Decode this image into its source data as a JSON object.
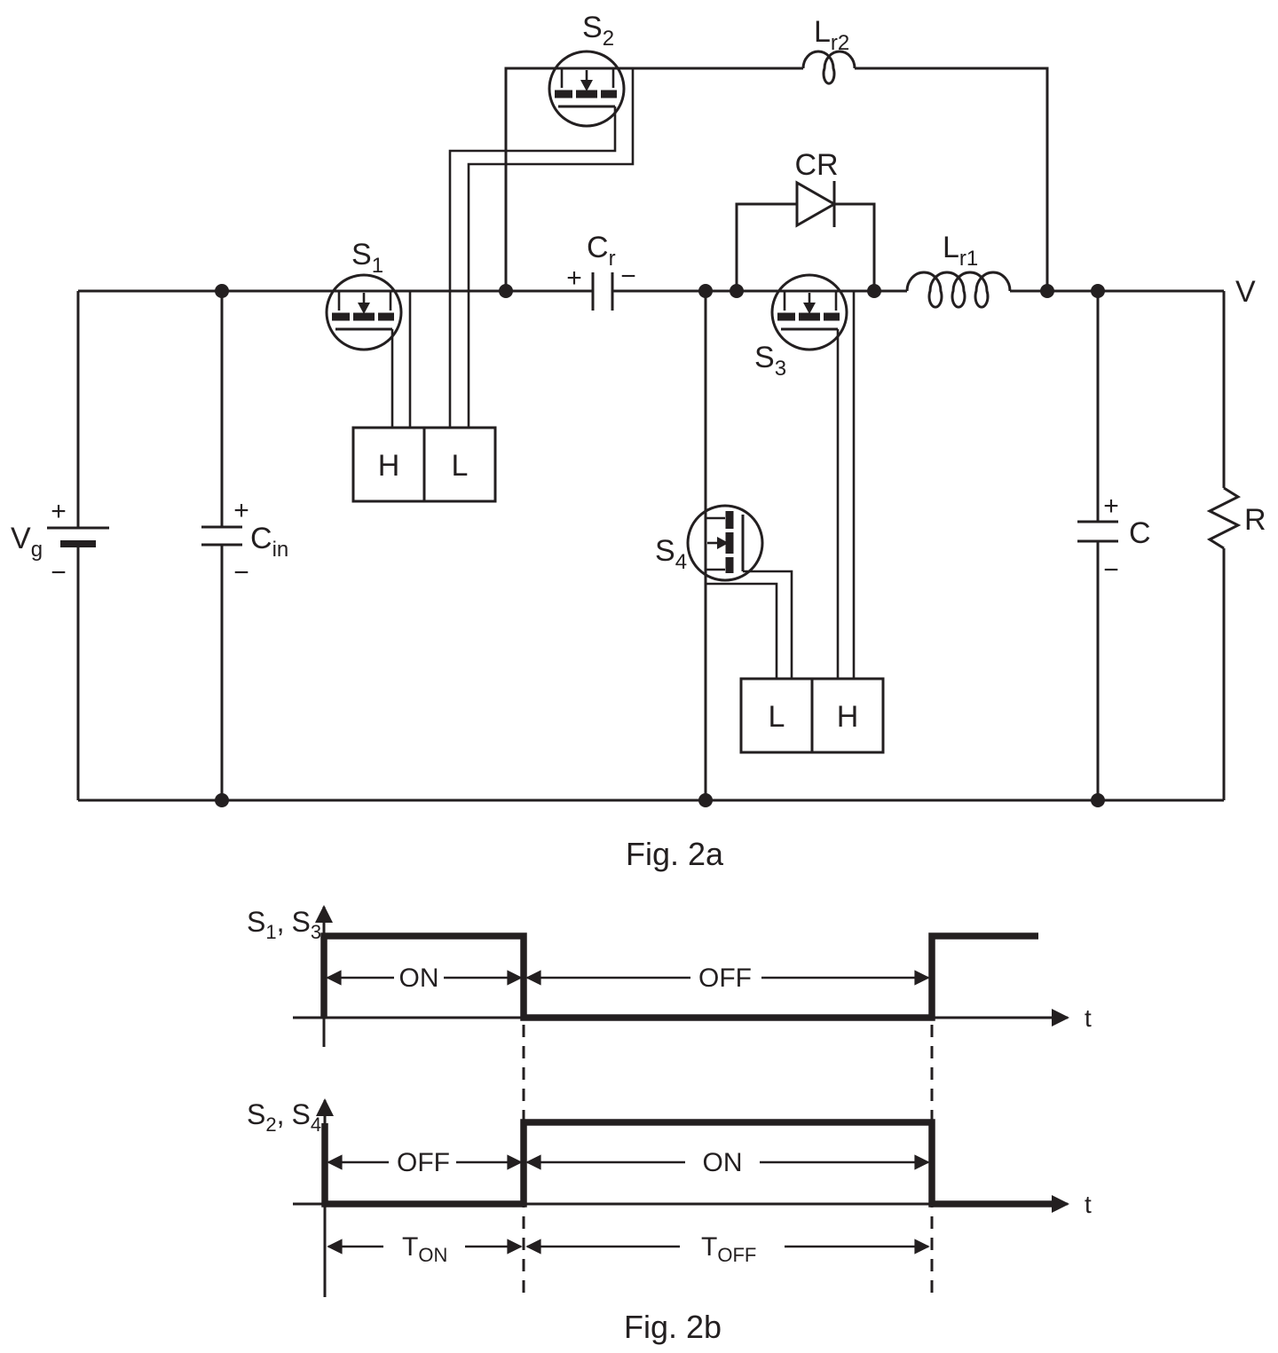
{
  "colors": {
    "ink": "#231f20",
    "background": "#ffffff"
  },
  "circuit": {
    "caption": "Fig. 2a",
    "source": {
      "name": "V",
      "sub": "g",
      "plus": "+",
      "minus": "−"
    },
    "input_cap": {
      "name": "C",
      "sub": "in",
      "plus": "+",
      "minus": "−"
    },
    "s1": {
      "name": "S",
      "sub": "1"
    },
    "s2": {
      "name": "S",
      "sub": "2"
    },
    "s3": {
      "name": "S",
      "sub": "3"
    },
    "s4": {
      "name": "S",
      "sub": "4"
    },
    "resonant_cap": {
      "name": "C",
      "sub": "r",
      "plus": "+",
      "minus": "−"
    },
    "diode_label": "CR",
    "lr1": {
      "name": "L",
      "sub": "r1"
    },
    "lr2": {
      "name": "L",
      "sub": "r2"
    },
    "output_node_label": "V",
    "output_cap": {
      "name": "C",
      "plus": "+",
      "minus": "−"
    },
    "load_label": "R",
    "driver_s1": {
      "left": "H",
      "right": "L"
    },
    "driver_s4": {
      "left": "L",
      "right": "H"
    }
  },
  "timing": {
    "caption": "Fig. 2b",
    "diagram1": {
      "signal": {
        "a": "S",
        "a_sub": "1",
        "sep": ",",
        "b": "S",
        "b_sub": "3"
      },
      "on_label": "ON",
      "off_label": "OFF",
      "axis_label": "t",
      "intervals": [
        {
          "label": "ON",
          "state": "high"
        },
        {
          "label": "OFF",
          "state": "low"
        }
      ]
    },
    "diagram2": {
      "signal": {
        "a": "S",
        "a_sub": "2",
        "sep": ",",
        "b": "S",
        "b_sub": "4"
      },
      "on_label": "ON",
      "off_label": "OFF",
      "t_on": {
        "name": "T",
        "sub": "ON"
      },
      "t_off": {
        "name": "T",
        "sub": "OFF"
      },
      "axis_label": "t",
      "intervals": [
        {
          "label": "OFF",
          "state": "low"
        },
        {
          "label": "ON",
          "state": "high"
        }
      ]
    }
  }
}
